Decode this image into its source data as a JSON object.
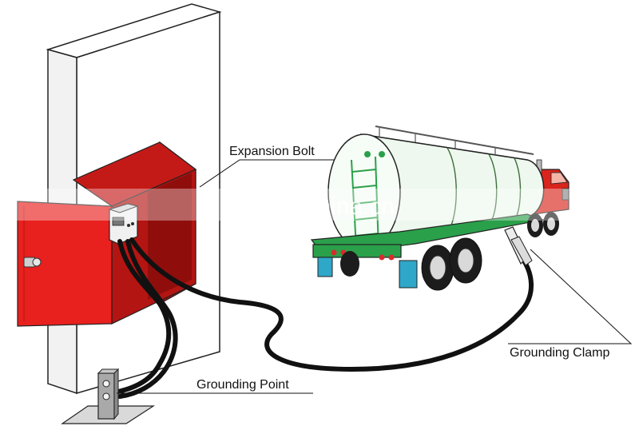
{
  "labels": {
    "expansion_bolt": "Expansion Bolt",
    "grounding_point": "Grounding Point",
    "grounding_clamp": "Grounding Clamp"
  },
  "watermark": "trade.china.cn",
  "colors": {
    "cabinet": "#e8201e",
    "cabinet_dark": "#b31512",
    "cable": "#111111",
    "tank": "#eef8ee",
    "chassis": "#2aa04a",
    "mudflap": "#2fa7c9",
    "cab": "#d9251d"
  }
}
